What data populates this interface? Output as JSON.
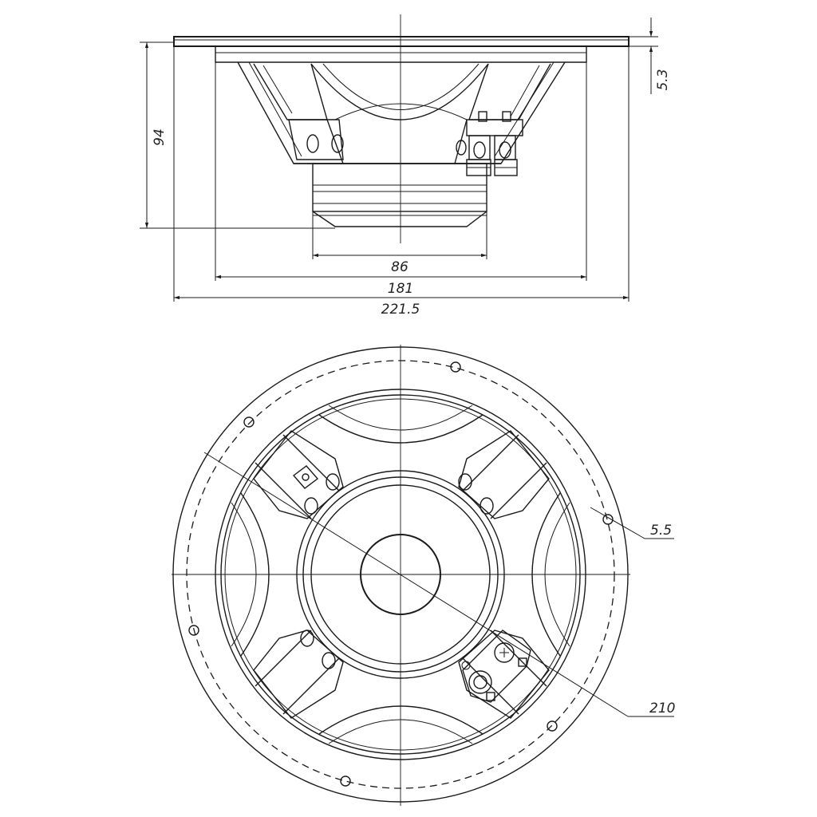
{
  "side_view": {
    "dimensions": {
      "height": "94",
      "flange": "5.3",
      "magnet": "86",
      "frame": "181",
      "overall": "221.5"
    }
  },
  "front_view": {
    "dimensions": {
      "mount_hole": "5.5",
      "bolt_circle": "210"
    }
  }
}
